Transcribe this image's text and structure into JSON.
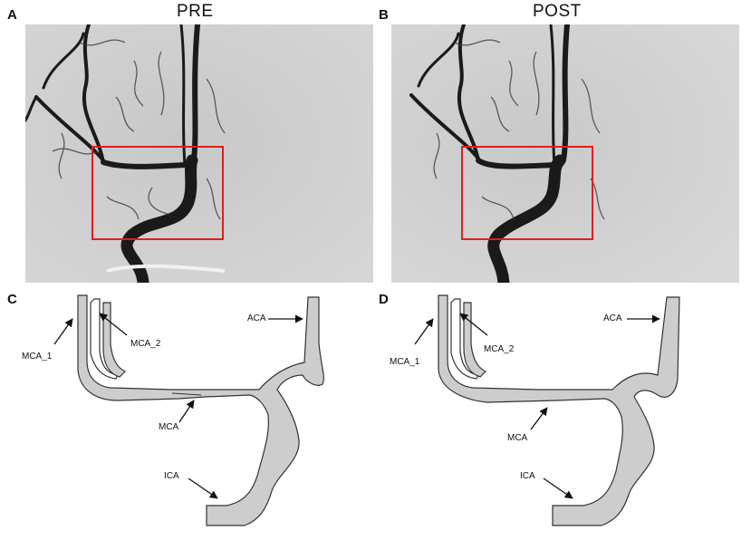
{
  "panels": {
    "a": {
      "letter": "A",
      "title": "PRE"
    },
    "b": {
      "letter": "B",
      "title": "POST"
    },
    "c": {
      "letter": "C"
    },
    "d": {
      "letter": "D"
    }
  },
  "labels": {
    "mca_1": "MCA_1",
    "mca_2": "MCA_2",
    "aca": "ACA",
    "mca": "MCA",
    "ica": "ICA"
  },
  "colors": {
    "vessel_fill": "#cdcdcd",
    "vessel_stroke": "#333333",
    "roi_box": "#e01e1e",
    "angiogram_bg": "#cfcfcf",
    "contrast": "#1a1a1a"
  }
}
